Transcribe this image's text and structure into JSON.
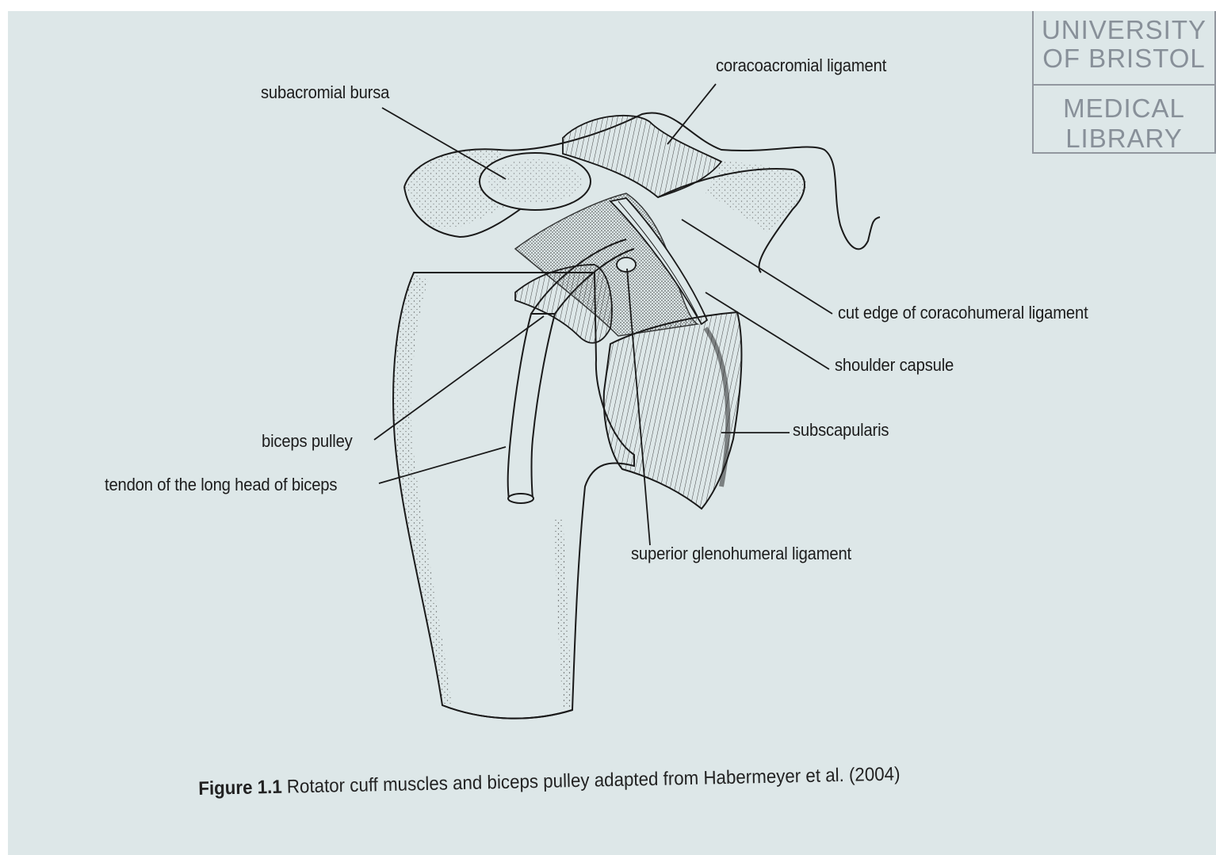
{
  "stamp": {
    "line1": "UNIVERSITY",
    "line2": "OF BRISTOL",
    "line3": "MEDICAL",
    "line4": "LIBRARY"
  },
  "labels": {
    "subacromial_bursa": "subacromial bursa",
    "coracoacromial_ligament": "coracoacromial ligament",
    "cut_edge": "cut edge of coracohumeral ligament",
    "shoulder_capsule": "shoulder capsule",
    "subscapularis": "subscapularis",
    "biceps_pulley": "biceps pulley",
    "tendon_long_head": "tendon of the long head of biceps",
    "superior_glenohumeral": "superior glenohumeral ligament"
  },
  "caption": {
    "figure_number": "Figure 1.1",
    "text": " Rotator cuff muscles and biceps pulley adapted from Habermeyer et al. (2004)"
  }
}
